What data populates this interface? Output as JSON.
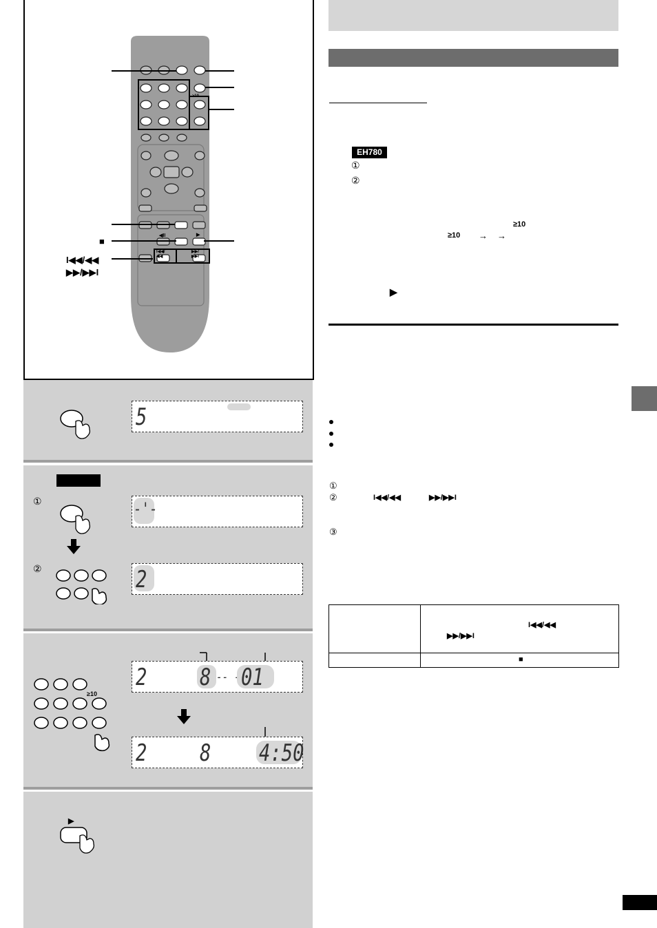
{
  "header": {
    "model_badge": "EH780",
    "step_markers": [
      "①",
      "②",
      "③"
    ],
    "ge10_label": "≥10",
    "arrow": "→",
    "play_glyph": "▶"
  },
  "remote": {
    "stop_glyph": "■",
    "skip_back_label": "I◀◀/◀◀",
    "skip_fwd_label": "▶▶/▶▶I",
    "play_key_glyph": "▶",
    "pause_key_glyph": "◀II",
    "skip_back_key": "I◀◀/◀◀",
    "skip_fwd_key": "▶▶/▶▶I",
    "ge10_key": "≥10"
  },
  "steps": {
    "step1_display": "5",
    "step2_marker1": "①",
    "step2_marker2": "②",
    "step2_display_a": "-'-",
    "step2_display_b": "2",
    "step3_display_a_left": "2",
    "step3_display_a_mid": "8",
    "step3_display_a_sep": "-- --",
    "step3_display_a_right": "01",
    "step3_display_b_left": "2",
    "step3_display_b_mid": "8",
    "step3_display_b_right": "4:50",
    "step3_ge10": "≥10",
    "step4_play_glyph": "▶"
  },
  "right": {
    "bullets": [
      "•",
      "•",
      "•"
    ],
    "numbered": [
      "①",
      "②",
      "③"
    ],
    "skip_back": "I◀◀/◀◀",
    "skip_fwd": "▶▶/▶▶I"
  },
  "table": {
    "row1_skip_back": "I◀◀/◀◀",
    "row1_skip_fwd": "▶▶/▶▶I",
    "row2_stop": "■"
  }
}
